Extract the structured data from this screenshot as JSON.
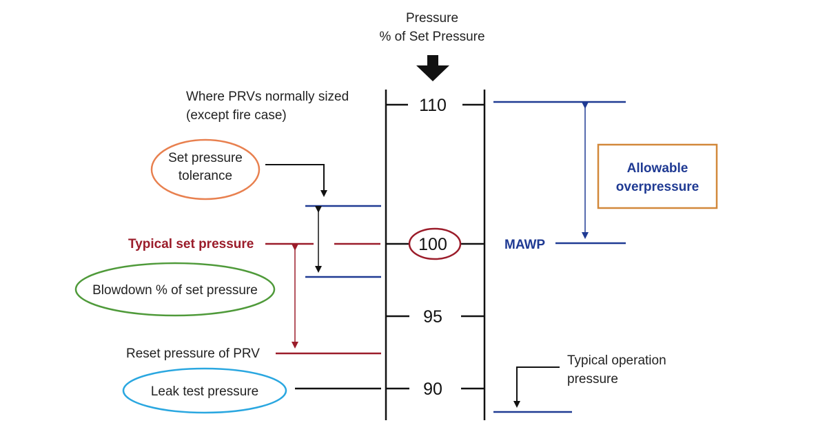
{
  "header": {
    "line1": "Pressure",
    "line2": "% of Set Pressure"
  },
  "scale": {
    "ticks": [
      "110",
      "100",
      "95",
      "90"
    ]
  },
  "labels": {
    "prv_sized_line1": "Where PRVs normally sized",
    "prv_sized_line2": "(except fire case)",
    "typical_set_pressure": "Typical set pressure",
    "reset_pressure": "Reset pressure of PRV",
    "mawp": "MAWP",
    "typical_operation_line1": "Typical operation",
    "typical_operation_line2": "pressure"
  },
  "callouts": {
    "set_pressure_tolerance_line1": "Set pressure",
    "set_pressure_tolerance_line2": "tolerance",
    "blowdown": "Blowdown % of set pressure",
    "leak_test": "Leak test pressure",
    "allowable_line1": "Allowable",
    "allowable_line2": "overpressure"
  },
  "colors": {
    "blue": "#1f3a93",
    "dark_red": "#9b1c2a",
    "orange": "#e8804f",
    "green": "#4f9a3a",
    "cyan": "#2aa7e0",
    "box_orange": "#d2883a",
    "black": "#111111"
  }
}
